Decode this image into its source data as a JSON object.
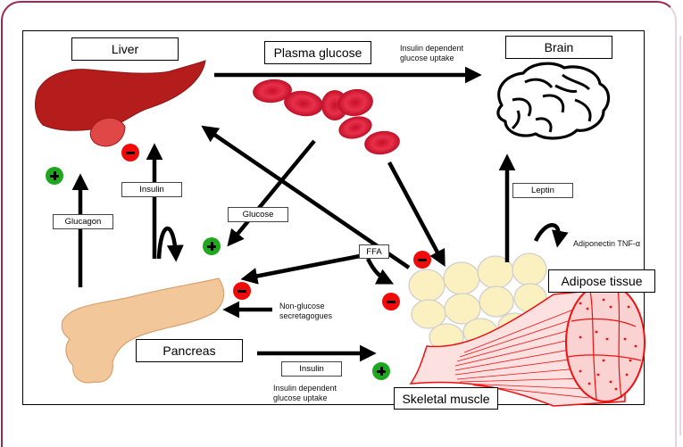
{
  "figure": {
    "organs": {
      "liver": "Liver",
      "plasma_glucose": "Plasma glucose",
      "brain": "Brain",
      "pancreas": "Pancreas",
      "adipose_tissue": "Adipose tissue",
      "skeletal_muscle": "Skeletal muscle"
    },
    "signals": {
      "insulin_top": "Insulin",
      "glucagon": "Glucagon",
      "glucose": "Glucose",
      "ffa": "FFA",
      "leptin": "Leptin",
      "insulin_bottom": "Insulin"
    },
    "notes": {
      "brain_uptake": "Insulin dependent\nglucose uptake",
      "adiponectin": "Adiponectin TNF-α",
      "non_glucose": "Non-glucose\nsecretagogues",
      "muscle_uptake": "Insulin dependent\nglucose uptake"
    },
    "effects": {
      "liver_glucagon": "plus",
      "liver_insulin": "minus",
      "glucose_to_pancreas": "plus",
      "ffa_to_pancreas": "minus",
      "ffa_to_adipose_a": "minus",
      "ffa_to_adipose_b": "minus",
      "insulin_to_muscle": "plus"
    },
    "colors": {
      "frame_border": "#9c2a55",
      "liver": "#b51c1c",
      "red_blood_cell": "#e0283a",
      "pancreas": "#f2c89a",
      "adipocyte": "#fbf0c0",
      "muscle": "#f01010",
      "plus_sign": "#1fa81f",
      "minus_sign": "#f00a0a"
    }
  }
}
